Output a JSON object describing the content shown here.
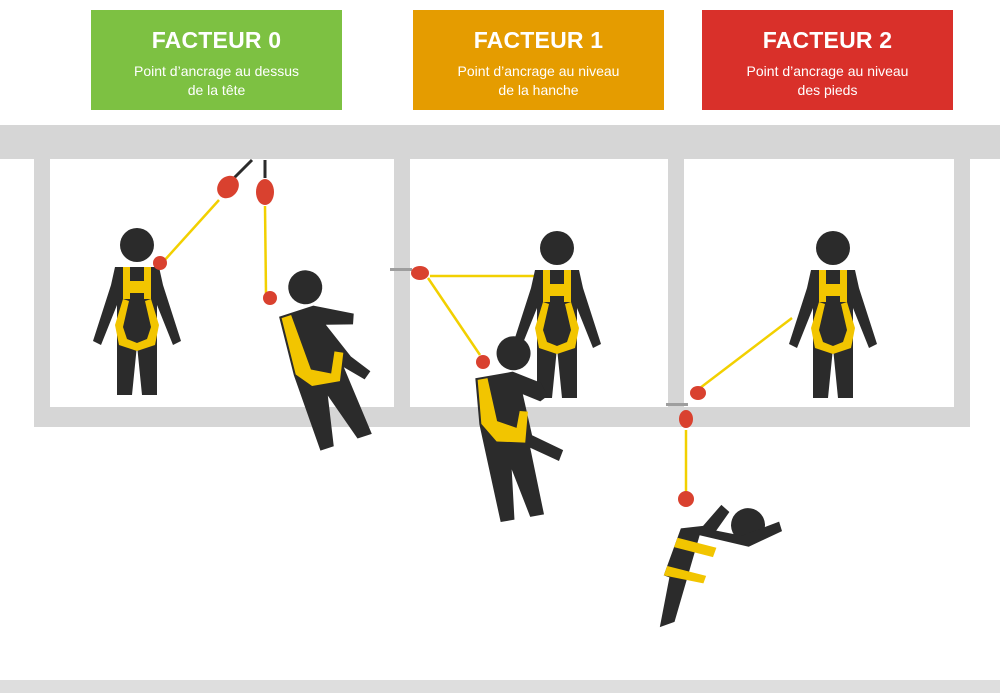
{
  "cards": [
    {
      "title": "FACTEUR 0",
      "line1": "Point d’ancrage au dessus",
      "line2": "de la tête",
      "color": "#7dc142"
    },
    {
      "title": "FACTEUR 1",
      "line1": "Point d’ancrage au niveau",
      "line2": "de la hanche",
      "color": "#e59c00"
    },
    {
      "title": "FACTEUR 2",
      "line1": "Point d’ancrage au niveau",
      "line2": "des pieds",
      "color": "#d9302a"
    }
  ],
  "colors": {
    "structure": "#d6d6d6",
    "figure": "#2b2b2b",
    "harness": "#f2c500",
    "absorber": "#d9412f",
    "lanyard": "#f2d000"
  }
}
